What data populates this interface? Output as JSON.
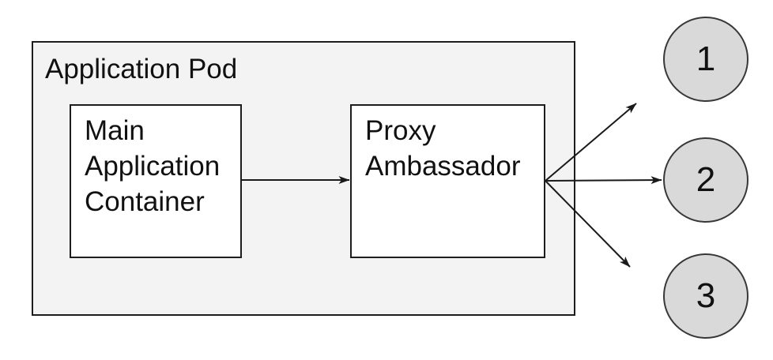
{
  "pod": {
    "label": "Application Pod"
  },
  "containers": {
    "main": {
      "label": "Main Application Container"
    },
    "proxy": {
      "label": "Proxy Ambassador"
    }
  },
  "nodes": [
    {
      "label": "1"
    },
    {
      "label": "2"
    },
    {
      "label": "3"
    }
  ],
  "colors": {
    "pod_fill": "#f3f3f3",
    "container_fill": "#ffffff",
    "node_fill": "#d9d9d9",
    "border": "#1d1d1d",
    "arrow": "#1a1a1a",
    "text": "#111111"
  }
}
